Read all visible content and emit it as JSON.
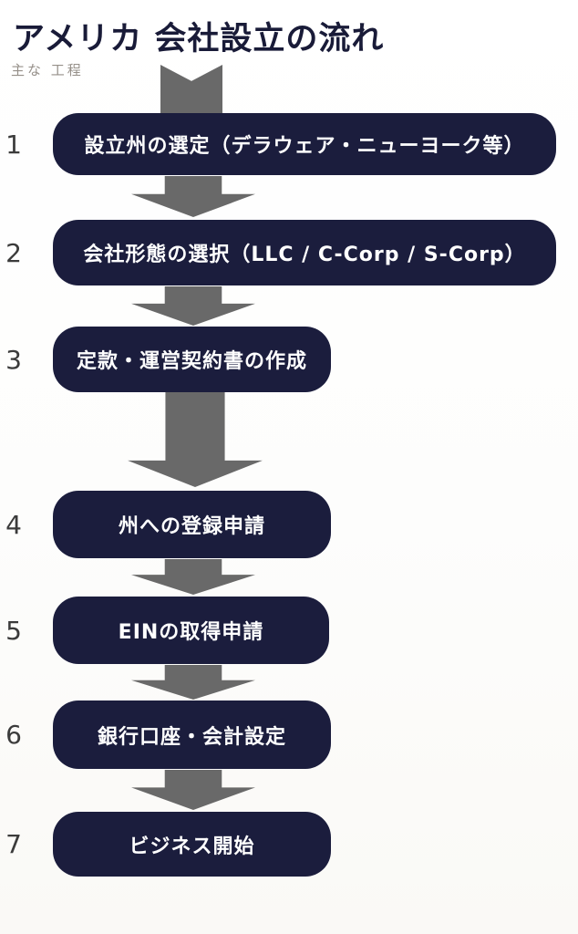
{
  "title": "アメリカ 会社設立の流れ",
  "subtitle": "主な 工程",
  "colors": {
    "box-bg": "#1b1d3d",
    "arrow": "#696969",
    "title": "#191b38",
    "number": "#3b3b3b"
  },
  "steps": [
    {
      "number": "1",
      "label": "設立州の選定（デラウェア・ニューヨーク等）"
    },
    {
      "number": "2",
      "label": "会社形態の選択（LLC / C-Corp / S-Corp）"
    },
    {
      "number": "3",
      "label": "定款・運営契約書の作成"
    },
    {
      "number": "4",
      "label": "州への登録申請"
    },
    {
      "number": "5",
      "label": "EINの取得申請"
    },
    {
      "number": "6",
      "label": "銀行口座・会計設定"
    },
    {
      "number": "7",
      "label": "ビジネス開始"
    }
  ]
}
